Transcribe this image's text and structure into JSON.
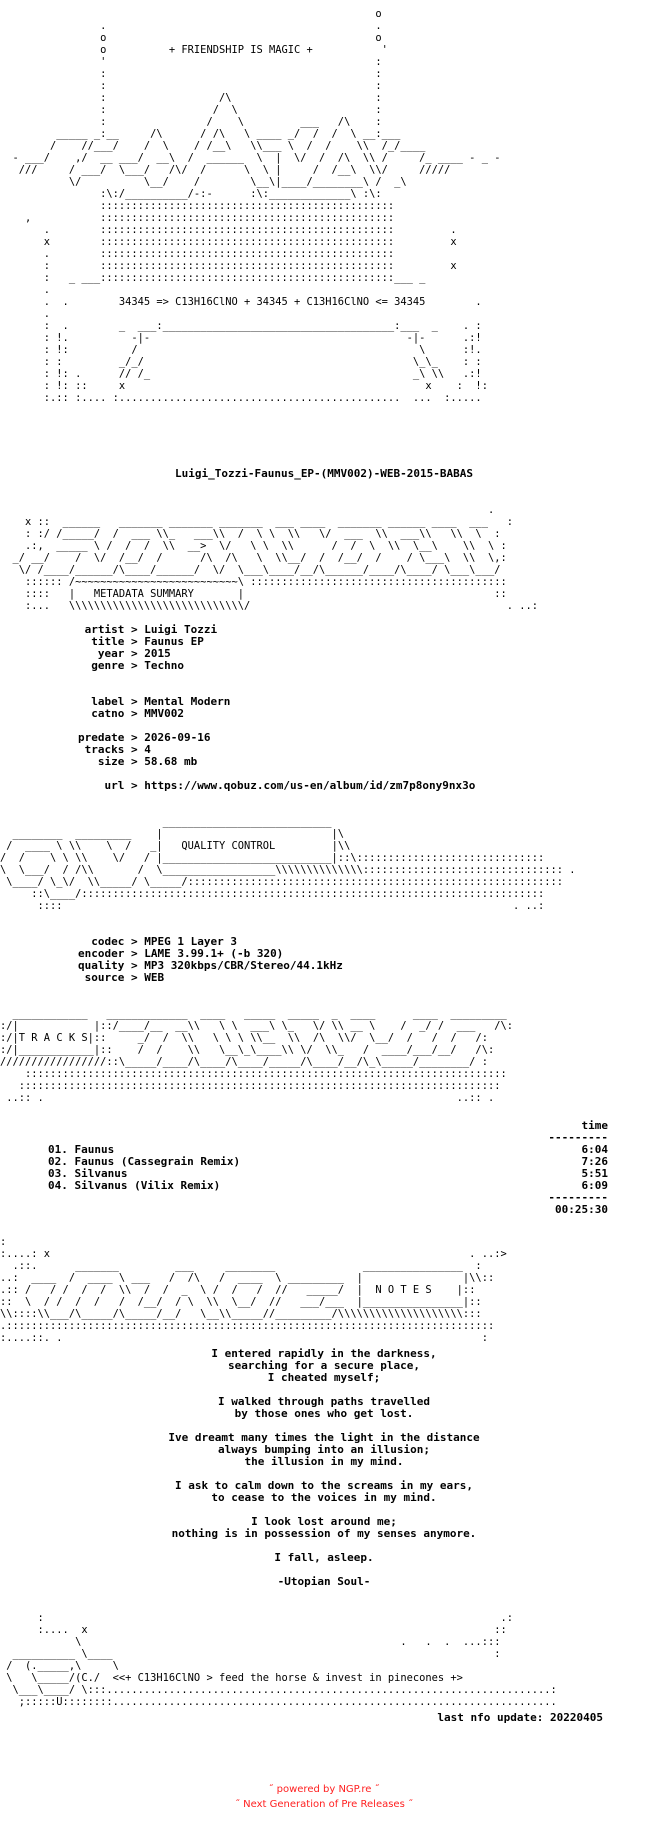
{
  "header": {
    "banner_title": "+ FRIENDSHIP IS MAGIC +",
    "formula": "34345 => C13H16ClNO + 34345 + C13H16ClNO <= 34345",
    "release_name": "Luigi_Tozzi-Faunus_EP-(MMV002)-WEB-2015-BABAS"
  },
  "metadata": {
    "section_label": "METADATA SUMMARY",
    "artist_label": "artist",
    "artist": "Luigi Tozzi",
    "title_label": "title",
    "title": "Faunus EP",
    "year_label": "year",
    "year": "2015",
    "genre_label": "genre",
    "genre": "Techno",
    "label_label": "label",
    "label": "Mental Modern",
    "catno_label": "catno",
    "catno": "MMV002",
    "predate_label": "predate",
    "predate": "2026-09-16",
    "tracks_label": "tracks",
    "tracks": "4",
    "size_label": "size",
    "size": "58.68 mb",
    "url_label": "url",
    "url": "https://www.qobuz.com/us-en/album/id/zm7p8ony9nx3o"
  },
  "quality": {
    "section_label": "QUALITY CONTROL",
    "codec_label": "codec",
    "codec": "MPEG 1 Layer 3",
    "encoder_label": "encoder",
    "encoder": "LAME 3.99.1+ (-b 320)",
    "quality_label": "quality",
    "quality": "MP3 320kbps/CBR/Stereo/44.1kHz",
    "source_label": "source",
    "source": "WEB"
  },
  "tracks": {
    "section_label": "T R A C K S",
    "time_header": "time",
    "items": [
      {
        "num": "01.",
        "name": "Faunus",
        "time": "6:04"
      },
      {
        "num": "02.",
        "name": "Faunus (Cassegrain Remix)",
        "time": "7:26"
      },
      {
        "num": "03.",
        "name": "Silvanus",
        "time": "5:51"
      },
      {
        "num": "04.",
        "name": "Silvanus (Vilix Remix)",
        "time": "6:09"
      }
    ],
    "total": "00:25:30"
  },
  "notes": {
    "section_label": "N O T E S",
    "lines": [
      "I entered rapidly in the darkness,",
      "searching for a secure place,",
      "I cheated myself;",
      "",
      "I walked through paths travelled",
      "by those ones who get lost.",
      "",
      "Ive dreamt many times the light in the distance",
      "always bumping into an illusion;",
      "the illusion in my mind.",
      "",
      "I ask to calm down to the screams in my ears,",
      "to cease to the voices in my mind.",
      "",
      "I look lost around me;",
      "nothing is in possession of my senses anymore.",
      "",
      "I fall, asleep.",
      "",
      "-Utopian Soul-"
    ]
  },
  "outro": {
    "tagline": "<<+ C13H16ClNO > feed the horse & invest in pinecones +>",
    "last_update": "last nfo update: 20220405"
  },
  "footer": {
    "line1": "˝ powered by NGP.re ˝",
    "line2": "˝ Next Generation of Pre Releases ˝"
  },
  "colors": {
    "text": "#000000",
    "footer": "#ff2020",
    "background": "#ffffff"
  }
}
